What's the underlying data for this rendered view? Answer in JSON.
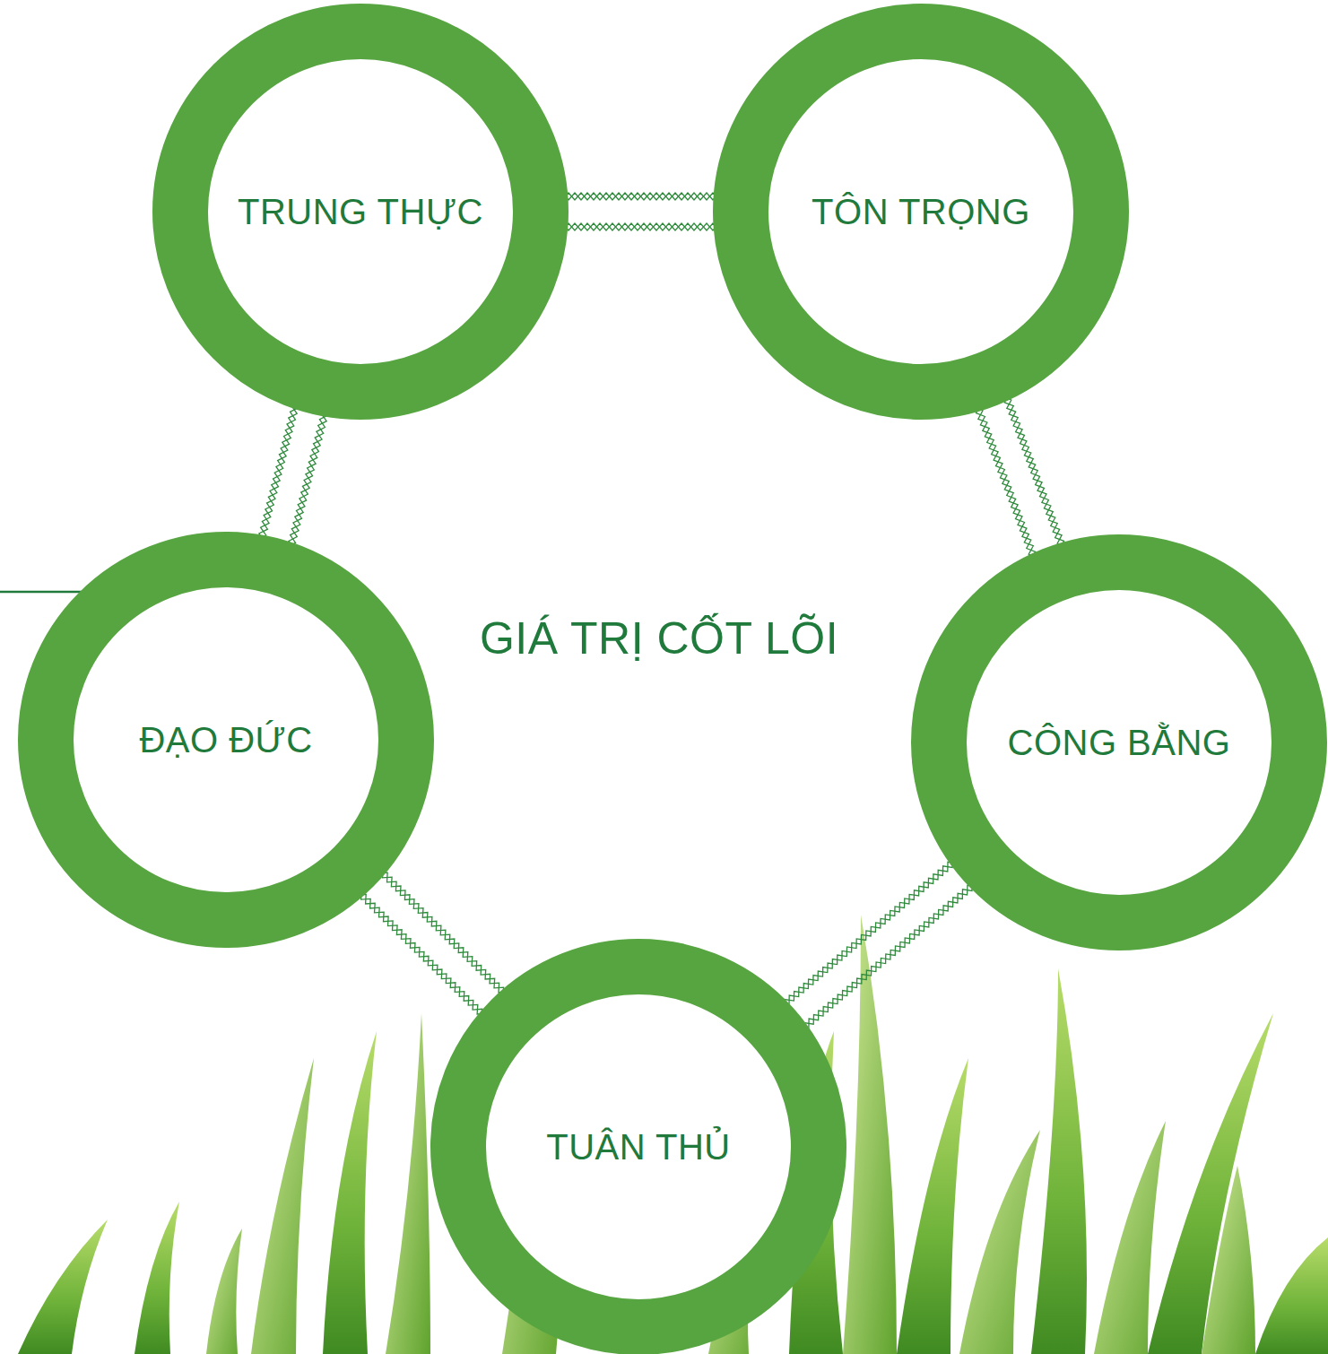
{
  "diagram": {
    "title": "GIÁ TRỊ CỐT LÕI",
    "nodes": [
      {
        "text": [
          "TRUNG THỰC"
        ]
      },
      {
        "text": [
          "TÔN TRỌNG"
        ]
      },
      {
        "text": [
          "ĐẠO ĐỨC"
        ]
      },
      {
        "text": [
          "CÔNG BẰNG"
        ]
      },
      {
        "text": [
          "TUÂN THỦ"
        ]
      }
    ],
    "edges": [
      {
        "from": 0,
        "to": 1,
        "arrow": "none"
      },
      {
        "from": 1,
        "to": 3,
        "arrow": "none"
      },
      {
        "from": 3,
        "to": 4,
        "arrow": "none"
      },
      {
        "from": 4,
        "to": 2,
        "arrow": "none"
      },
      {
        "from": 2,
        "to": 0,
        "arrow": "none"
      }
    ]
  }
}
